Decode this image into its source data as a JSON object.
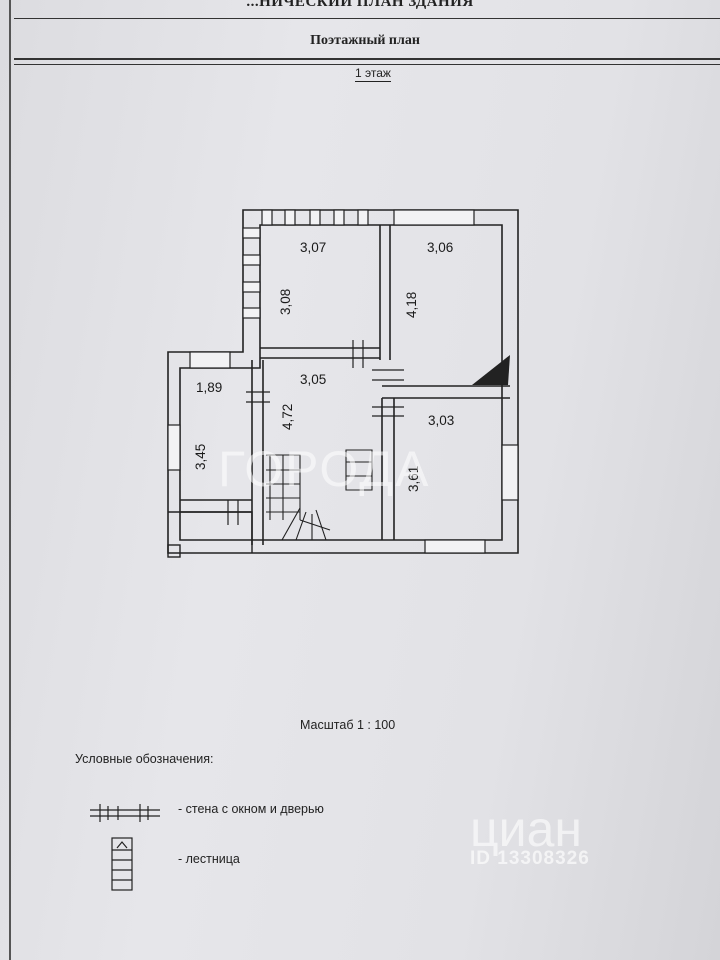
{
  "document": {
    "heading": "...НИЧЕСКИЙ ПЛАН ЗДАНИЯ",
    "subheading": "Поэтажный план",
    "floor": "1 этаж"
  },
  "rooms": [
    {
      "id": "r1",
      "width": "3,07",
      "height": "3,08"
    },
    {
      "id": "r2",
      "width": "3,06",
      "height": "4,18"
    },
    {
      "id": "r3",
      "width": "3,05",
      "height": "4,72"
    },
    {
      "id": "r4",
      "width": "1,89",
      "height": "3,45"
    },
    {
      "id": "r5",
      "width": "3,03",
      "height": "3,61"
    }
  ],
  "scale": "Масштаб 1  :  100",
  "legend": {
    "title": "Условные обозначения:",
    "items": [
      {
        "symbol": "wall-window-door",
        "label": "- стена с окном и дверью"
      },
      {
        "symbol": "staircase",
        "label": "- лестница"
      }
    ]
  },
  "watermarks": {
    "city": "ГОРОДА",
    "cian": "циан",
    "cian_id": "ID 13308326"
  },
  "colors": {
    "paper": "#e4e4e8",
    "ink": "#222222"
  }
}
